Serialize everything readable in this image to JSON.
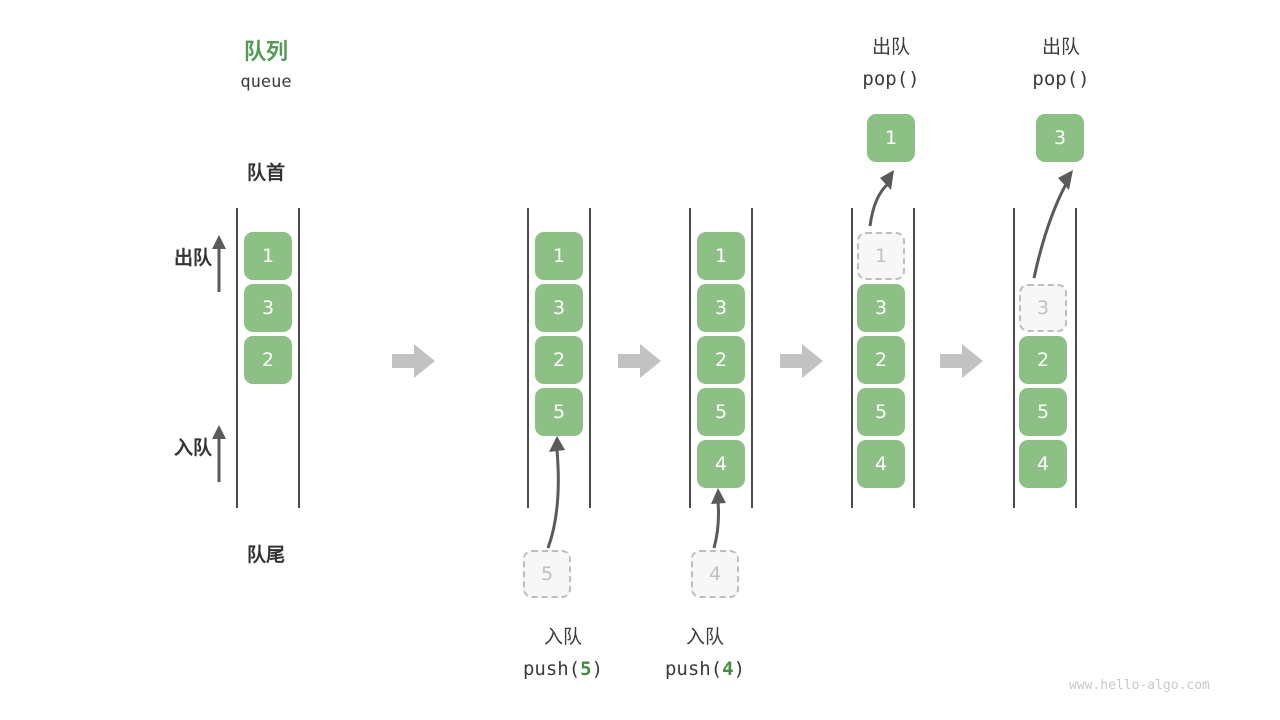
{
  "diagram": {
    "title_cn": "队列",
    "title_en": "queue",
    "head_label": "队首",
    "tail_label": "队尾",
    "dequeue_label": "出队",
    "enqueue_label": "入队",
    "accent_color": "#529b51",
    "cell_color": "#8cc084",
    "ghost_color": "#bdbdbd",
    "arrow_color": "#c2c2c2",
    "watermark": "www.hello-algo.com"
  },
  "stages": [
    {
      "id": "initial",
      "cells": [
        "1",
        "3",
        "2"
      ],
      "ghost_index": -1,
      "caption_cn": "",
      "caption_code": ""
    },
    {
      "id": "push-5",
      "cells": [
        "1",
        "3",
        "2",
        "5"
      ],
      "ghost_index": -1,
      "incoming": "5",
      "caption_cn": "入队",
      "caption_code_pre": "push(",
      "caption_code_val": "5",
      "caption_code_post": ")"
    },
    {
      "id": "push-4",
      "cells": [
        "1",
        "3",
        "2",
        "5",
        "4"
      ],
      "ghost_index": -1,
      "incoming": "4",
      "caption_cn": "入队",
      "caption_code_pre": "push(",
      "caption_code_val": "4",
      "caption_code_post": ")"
    },
    {
      "id": "pop-1",
      "cells": [
        "1",
        "3",
        "2",
        "5",
        "4"
      ],
      "ghost_index": 0,
      "popped": "1",
      "header_cn": "出队",
      "header_code": "pop()"
    },
    {
      "id": "pop-3",
      "cells": [
        "",
        "3",
        "2",
        "5",
        "4"
      ],
      "ghost_index": 1,
      "popped": "3",
      "header_cn": "出队",
      "header_code": "pop()"
    }
  ],
  "separators": [
    "arrow-right",
    "arrow-right",
    "arrow-right",
    "arrow-right"
  ]
}
